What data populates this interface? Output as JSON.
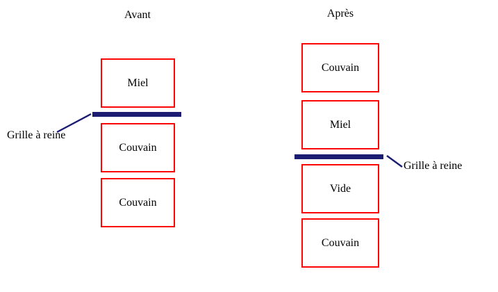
{
  "diagram": {
    "title_left": "Avant",
    "title_right": "Après",
    "colors": {
      "box_border": "#fc0505",
      "excluder": "#1c1c72",
      "leader_line": "#1c1c72",
      "text": "#000000",
      "background": "#ffffff"
    },
    "columns": [
      {
        "id": "avant",
        "title": "Avant",
        "boxes": [
          {
            "label": "Miel"
          },
          {
            "label": "Couvain"
          },
          {
            "label": "Couvain"
          }
        ],
        "excluder": {
          "label": "Grille à reine",
          "position_after_box_index": 0
        }
      },
      {
        "id": "apres",
        "title": "Après",
        "boxes": [
          {
            "label": "Couvain"
          },
          {
            "label": "Miel"
          },
          {
            "label": "Vide"
          },
          {
            "label": "Couvain"
          }
        ],
        "excluder": {
          "label": "Grille à reine",
          "position_after_box_index": 1
        }
      }
    ]
  }
}
